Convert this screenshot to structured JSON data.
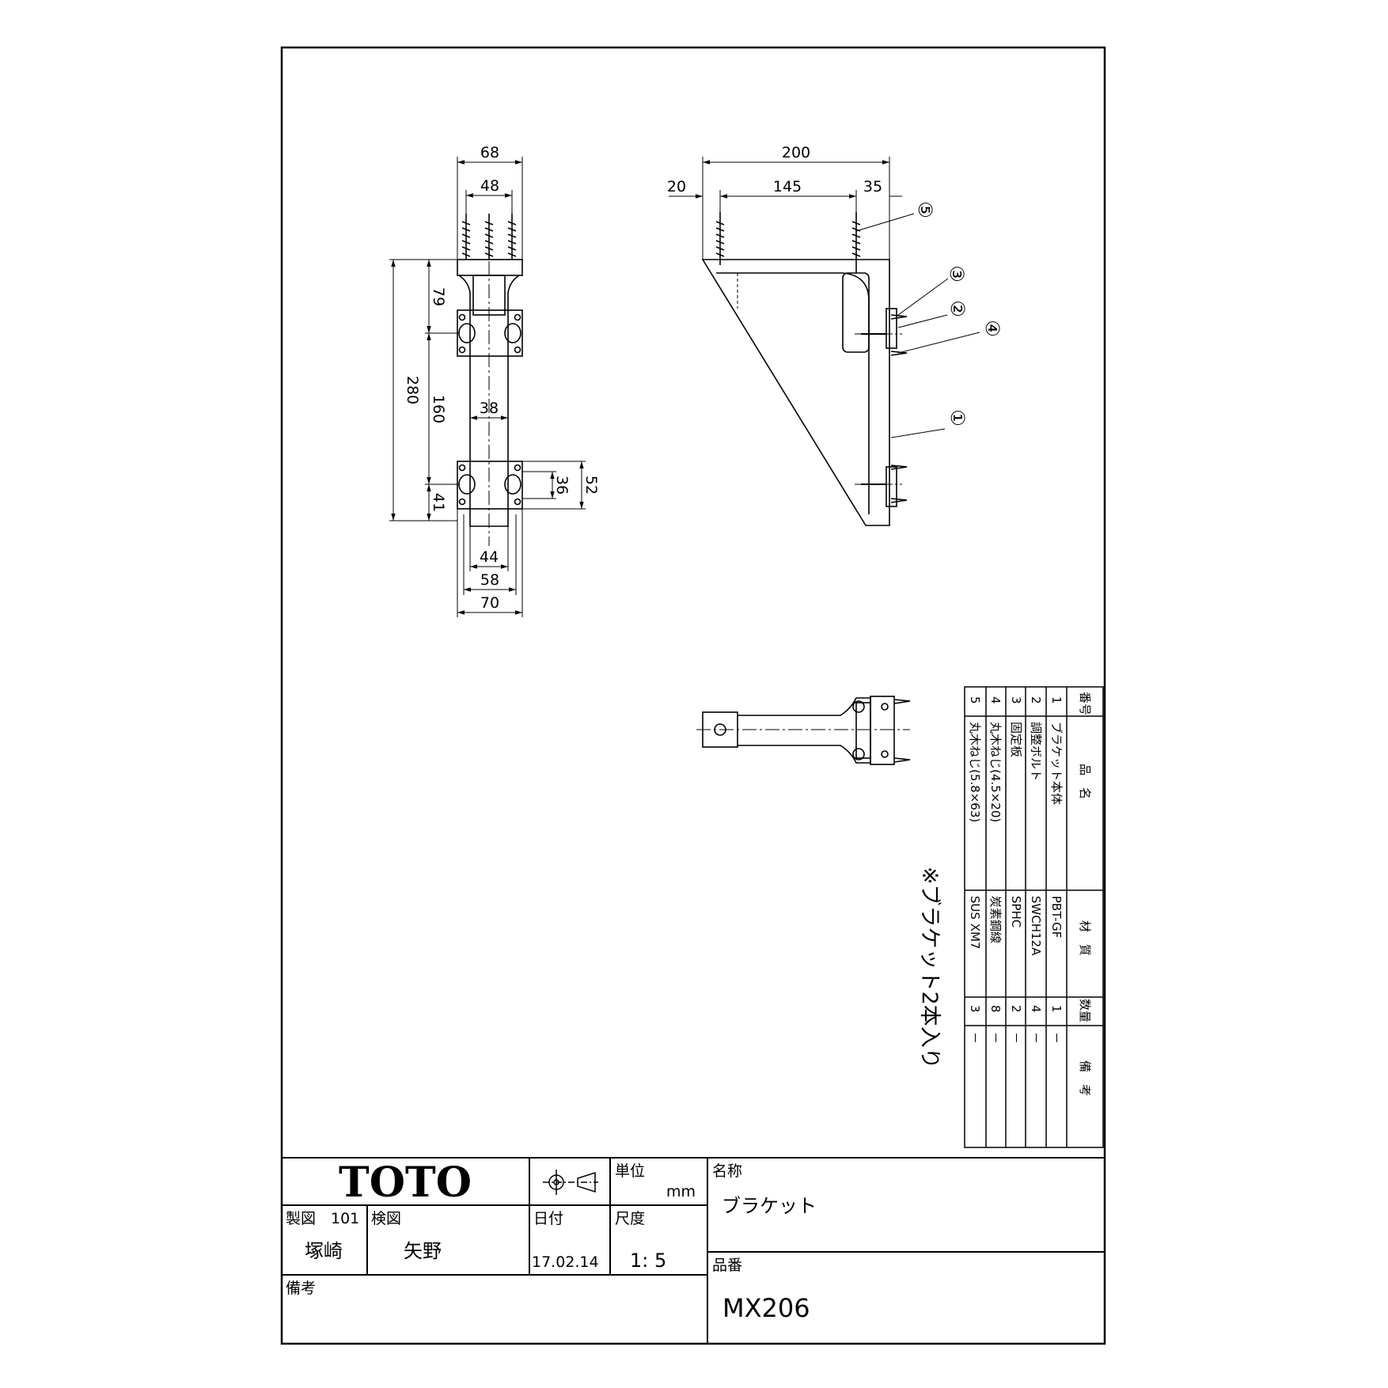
{
  "front_view": {
    "dims": {
      "w68": "68",
      "w48": "48",
      "h79": "79",
      "h280": "280",
      "h160": "160",
      "w38": "38",
      "h36": "36",
      "h52": "52",
      "h41": "41",
      "w44": "44",
      "w58": "58",
      "w70": "70"
    }
  },
  "side_view": {
    "dims": {
      "d200": "200",
      "d20": "20",
      "d145": "145",
      "d35": "35"
    },
    "callouts": [
      "⑤",
      "③",
      "②",
      "④",
      "①"
    ]
  },
  "note": "※ブラケット2本入り",
  "parts_list": {
    "headers": {
      "no": "番号",
      "name": "品　名",
      "material": "材　質",
      "qty": "数量",
      "remarks": "備　考"
    },
    "rows": [
      {
        "no": "1",
        "name": "ブラケット本体",
        "material": "PBT-GF",
        "qty": "1",
        "remarks": "－"
      },
      {
        "no": "2",
        "name": "調整ボルト",
        "material": "SWCH12A",
        "qty": "4",
        "remarks": "－"
      },
      {
        "no": "3",
        "name": "固定板",
        "material": "SPHC",
        "qty": "2",
        "remarks": "－"
      },
      {
        "no": "4",
        "name": "丸木ねじ(4.5×20)",
        "material": "炭素鋼線",
        "qty": "8",
        "remarks": "－"
      },
      {
        "no": "5",
        "name": "丸木ねじ(5.8×63)",
        "material": "SUS XM7",
        "qty": "3",
        "remarks": "－"
      }
    ]
  },
  "title_block": {
    "logo": "TOTO",
    "unit_label": "単位",
    "unit_value": "mm",
    "name_label": "名称",
    "name_value": "ブラケット",
    "drawn_label": "製図",
    "drawn_no": "101",
    "drawn_by": "塚崎",
    "checked_label": "検図",
    "checked_by": "矢野",
    "date_label": "日付",
    "date_value": "17.02.14",
    "scale_label": "尺度",
    "scale_value": "1: 5",
    "partno_label": "品番",
    "partno_value": "MX206",
    "remarks_label": "備考"
  }
}
